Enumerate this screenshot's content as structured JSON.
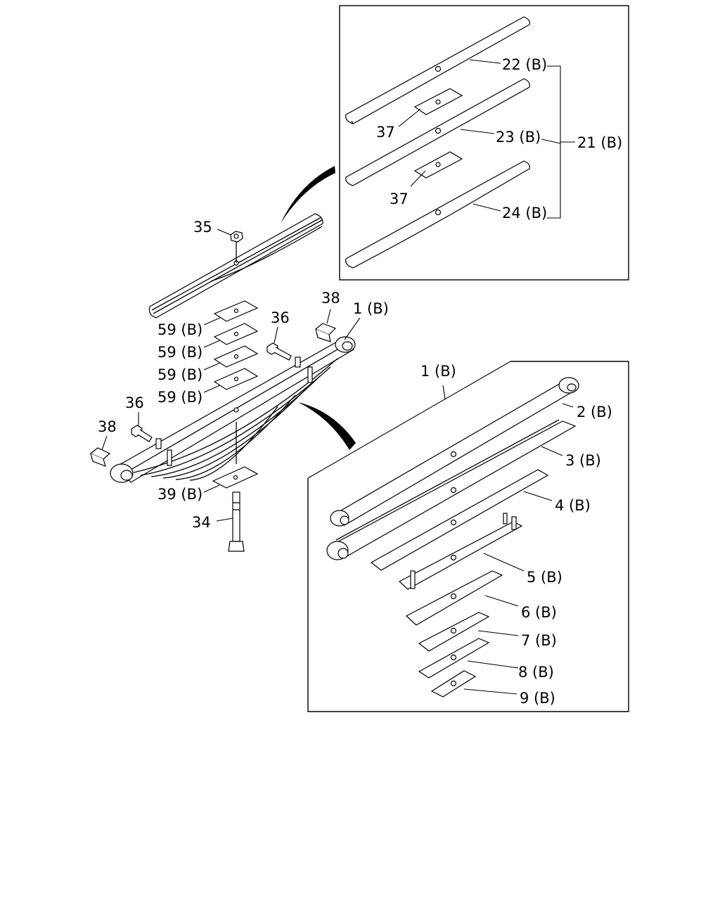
{
  "colors": {
    "ink": "#000000",
    "paper": "#ffffff"
  },
  "labels": {
    "l_22b": "22 (B)",
    "l_23b": "23 (B)",
    "l_21b": "21 (B)",
    "l_24b": "24 (B)",
    "l_37a": "37",
    "l_37b": "37",
    "l_35": "35",
    "l_38a": "38",
    "l_1b_a": "1 (B)",
    "l_36a": "36",
    "l_59a": "59 (B)",
    "l_59b": "59 (B)",
    "l_59c": "59 (B)",
    "l_59d": "59 (B)",
    "l_36b": "36",
    "l_38b": "38",
    "l_39b": "39 (B)",
    "l_34": "34",
    "l_1b_b": "1 (B)",
    "l_2b": "2 (B)",
    "l_3b": "3 (B)",
    "l_4b": "4 (B)",
    "l_5b": "5 (B)",
    "l_6b": "6 (B)",
    "l_7b": "7 (B)",
    "l_8b": "8 (B)",
    "l_9b": "9 (B)"
  }
}
